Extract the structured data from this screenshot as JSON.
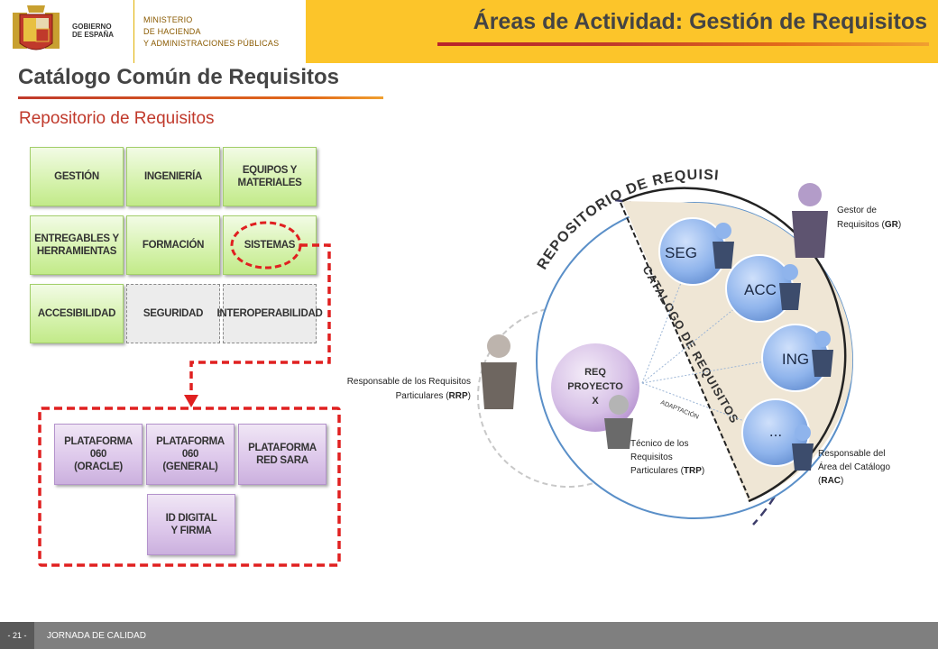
{
  "header": {
    "gov_lines": [
      "GOBIERNO",
      "DE ESPAÑA"
    ],
    "ministry_lines": [
      "MINISTERIO",
      "DE HACIENDA",
      "Y ADMINISTRACIONES PÚBLICAS"
    ],
    "page_title": "Áreas de Actividad: Gestión de Requisitos"
  },
  "section_title": "Catálogo Común de Requisitos",
  "subtitle": "Repositorio de Requisitos",
  "grid_cards": [
    {
      "label": "GESTIÓN",
      "style": "green"
    },
    {
      "label": "INGENIERÍA",
      "style": "green"
    },
    {
      "label": "EQUIPOS Y\nMATERIALES",
      "style": "green"
    },
    {
      "label": "ENTREGABLES Y\nHERRAMIENTAS",
      "style": "green"
    },
    {
      "label": "FORMACIÓN",
      "style": "green"
    },
    {
      "label": "SISTEMAS",
      "style": "green"
    },
    {
      "label": "ACCESIBILIDAD",
      "style": "green"
    },
    {
      "label": "SEGURIDAD",
      "style": "gray"
    },
    {
      "label": "INTEROPERABILIDAD",
      "style": "gray"
    }
  ],
  "system_cards": [
    {
      "label": "PLATAFORMA 060\n(ORACLE)"
    },
    {
      "label": "PLATAFORMA 060\n(GENERAL)"
    },
    {
      "label": "PLATAFORMA\nRED SARA"
    },
    {
      "label": "ID DIGITAL\nY FIRMA"
    }
  ],
  "diagram": {
    "repo_label": "REPOSITORIO DE REQUISITOS",
    "catalog_label": "CATALOGO DE REQUISITOS",
    "adaptation_label": "ADAPTACIÓN",
    "areas": [
      "SEG",
      "ACC",
      "ING",
      "..."
    ],
    "project": [
      "REQ",
      "PROYECTO",
      "X"
    ],
    "roles": {
      "gr": [
        "Gestor de",
        "Requisitos (",
        "GR",
        ")"
      ],
      "rrp": [
        "Responsable de los Requisitos",
        "Particulares (",
        "RRP",
        ")"
      ],
      "trp": [
        "Técnico de los",
        "Requisitos",
        "Particulares (",
        "TRP",
        ")"
      ],
      "rac": [
        "Responsable del",
        "Área del Catálogo",
        "(",
        "RAC",
        ")"
      ]
    }
  },
  "footer": {
    "page_number": "- 21 -",
    "event": "JORNADA DE CALIDAD"
  },
  "colors": {
    "header_yellow": "#fcc52a",
    "title_red": "#c0392b",
    "bubble_blue": "#8fb4ec",
    "person_slate": "#4a5a7a",
    "highlight_red": "#e02020"
  }
}
